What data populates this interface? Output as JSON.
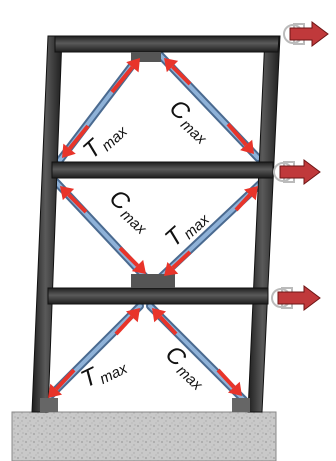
{
  "diagram": {
    "labels": {
      "story3_left": {
        "letter": "T",
        "sub": "max"
      },
      "story3_right": {
        "letter": "C",
        "sub": "max"
      },
      "story2_left": {
        "letter": "C",
        "sub": "max"
      },
      "story2_right": {
        "letter": "T",
        "sub": "max"
      },
      "story1_left": {
        "letter": "T",
        "sub": "max"
      },
      "story1_right": {
        "letter": "C",
        "sub": "max"
      }
    },
    "colors": {
      "frame": "#2c2c2c",
      "frame_highlight": "#6a6a6a",
      "brace": "#8fb2d8",
      "brace_edge": "#4a6a90",
      "force_arrow": "#e8342a",
      "lateral_load": "#c0393b",
      "gusset": "#555555",
      "foundation": "#c8c8c8"
    },
    "icons": [
      "lateral-load-arrow-icon",
      "force-arrow-icon",
      "hinge-pin-icon"
    ]
  }
}
